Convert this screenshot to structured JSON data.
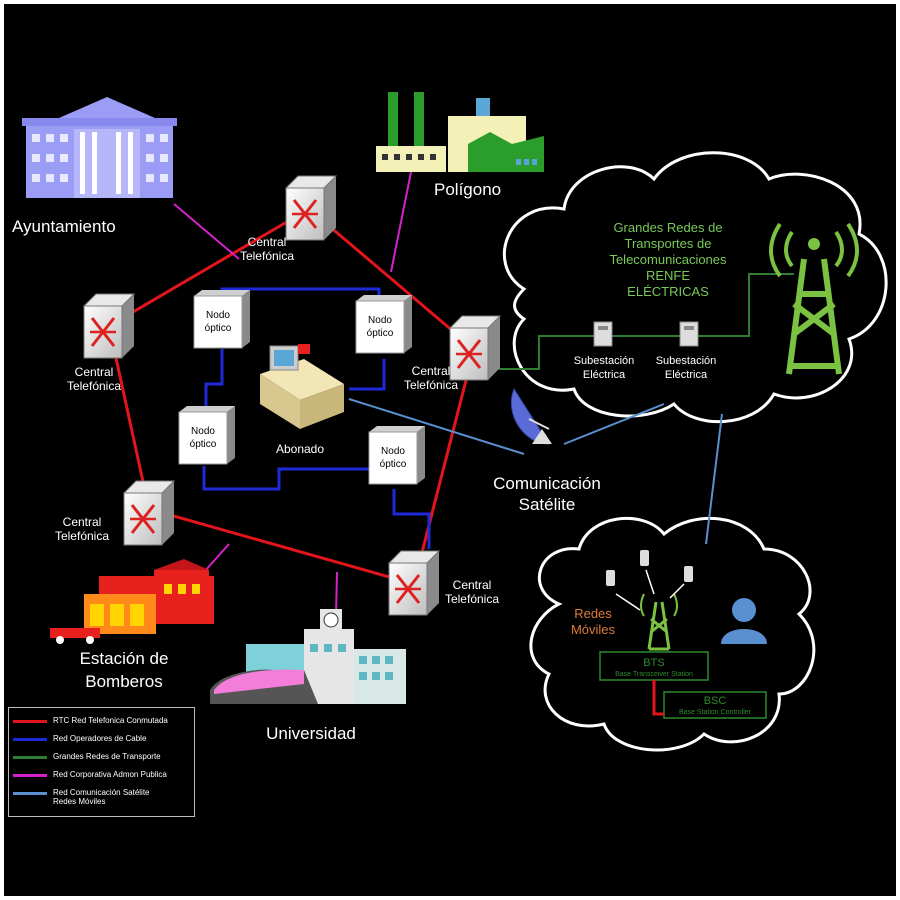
{
  "colors": {
    "rtc": "#e3151c",
    "cable": "#1e2ad8",
    "transporte": "#2e7d32",
    "corporativa": "#d421c9",
    "satelite": "#5a8fd0",
    "green_text": "#79c85a",
    "orange_text": "#e07b39"
  },
  "nodes": {
    "ayuntamiento": "Ayuntamiento",
    "poligono": "Polígono",
    "estacion_bomberos": "Estación de\nBomberos",
    "universidad": "Universidad",
    "abonado": "Abonado",
    "satelite": "Comunicación\nSatélite",
    "central_top": "Central\nTelefónica",
    "central_left": "Central\nTelefónica",
    "central_right": "Central\nTelefónica",
    "central_bottom_left": "Central\nTelefónica",
    "central_bottom_right": "Central\nTelefónica",
    "nodo_1": "Nodo\nóptico",
    "nodo_2": "Nodo\nóptico",
    "nodo_3": "Nodo\nóptico",
    "nodo_4": "Nodo\nóptico",
    "subestacion_1": "Subestación\nEléctrica",
    "subestacion_2": "Subestación\nEléctrica"
  },
  "cloud_transport": {
    "title": "Grandes Redes de\nTransportes de\nTelecomunicaciones\nRENFE\nELÉCTRICAS"
  },
  "cloud_mobile": {
    "title": "Redes\nMóviles",
    "bts": "BTS",
    "bts_sub": "Base Transceiver Station",
    "bsc": "BSC",
    "bsc_sub": "Base Station Controller"
  },
  "legend": [
    {
      "label": "RTC Red Telefonica Conmutada",
      "color_key": "rtc"
    },
    {
      "label": "Red Operadores de Cable",
      "color_key": "cable"
    },
    {
      "label": "Grandes Redes de Transporte",
      "color_key": "transporte"
    },
    {
      "label": "Red Corporativa Admon Publica",
      "color_key": "corporativa"
    },
    {
      "label": "Red Comunicación Satélite\nRedes Móviles",
      "color_key": "satelite"
    }
  ]
}
